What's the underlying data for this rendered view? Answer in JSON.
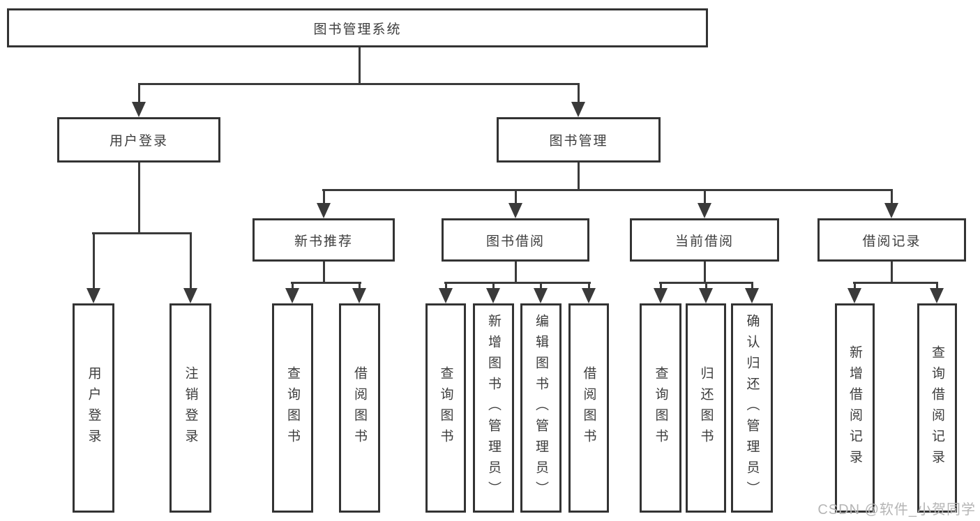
{
  "diagram_type": "tree",
  "root": {
    "label": "图书管理系统",
    "children": [
      {
        "label": "用户登录",
        "children": [
          {
            "label": "用户登录"
          },
          {
            "label": "注销登录"
          }
        ]
      },
      {
        "label": "图书管理",
        "children": [
          {
            "label": "新书推荐",
            "children": [
              {
                "label": "查询图书"
              },
              {
                "label": "借阅图书"
              }
            ]
          },
          {
            "label": "图书借阅",
            "children": [
              {
                "label": "查询图书"
              },
              {
                "label": "新增图书（管理员）"
              },
              {
                "label": "编辑图书（管理员）"
              },
              {
                "label": "借阅图书"
              }
            ]
          },
          {
            "label": "当前借阅",
            "children": [
              {
                "label": "查询图书"
              },
              {
                "label": "归还图书"
              },
              {
                "label": "确认归还（管理员）"
              }
            ]
          },
          {
            "label": "借阅记录",
            "children": [
              {
                "label": "新增借阅记录"
              },
              {
                "label": "查询借阅记录"
              }
            ]
          }
        ]
      }
    ]
  },
  "watermark": {
    "text": "CSDN @软件_小贺同学"
  },
  "colors": {
    "line": "#3a3a3a",
    "border": "#333333",
    "text": "#3d3d3d",
    "background": "#ffffff",
    "watermark": "#b5b5b5"
  }
}
